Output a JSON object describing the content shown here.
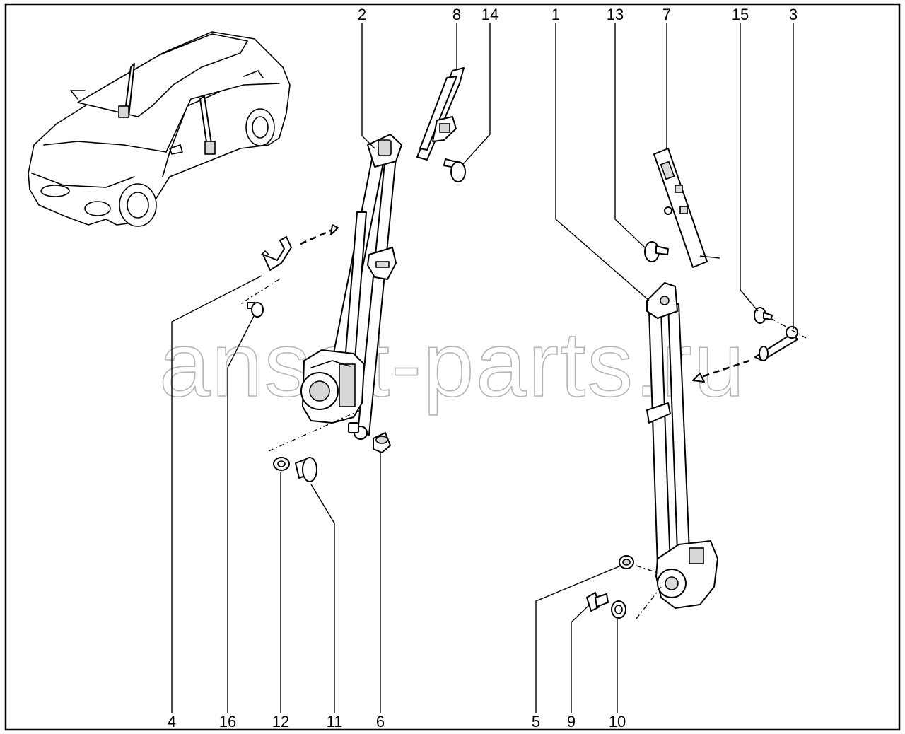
{
  "watermark": "ansat-parts.ru",
  "callouts": {
    "c1": "1",
    "c2": "2",
    "c3": "3",
    "c4": "4",
    "c5": "5",
    "c6": "6",
    "c7": "7",
    "c8": "8",
    "c9": "9",
    "c10": "10",
    "c11": "11",
    "c12": "12",
    "c13": "13",
    "c14": "14",
    "c15": "15",
    "c16": "16"
  }
}
